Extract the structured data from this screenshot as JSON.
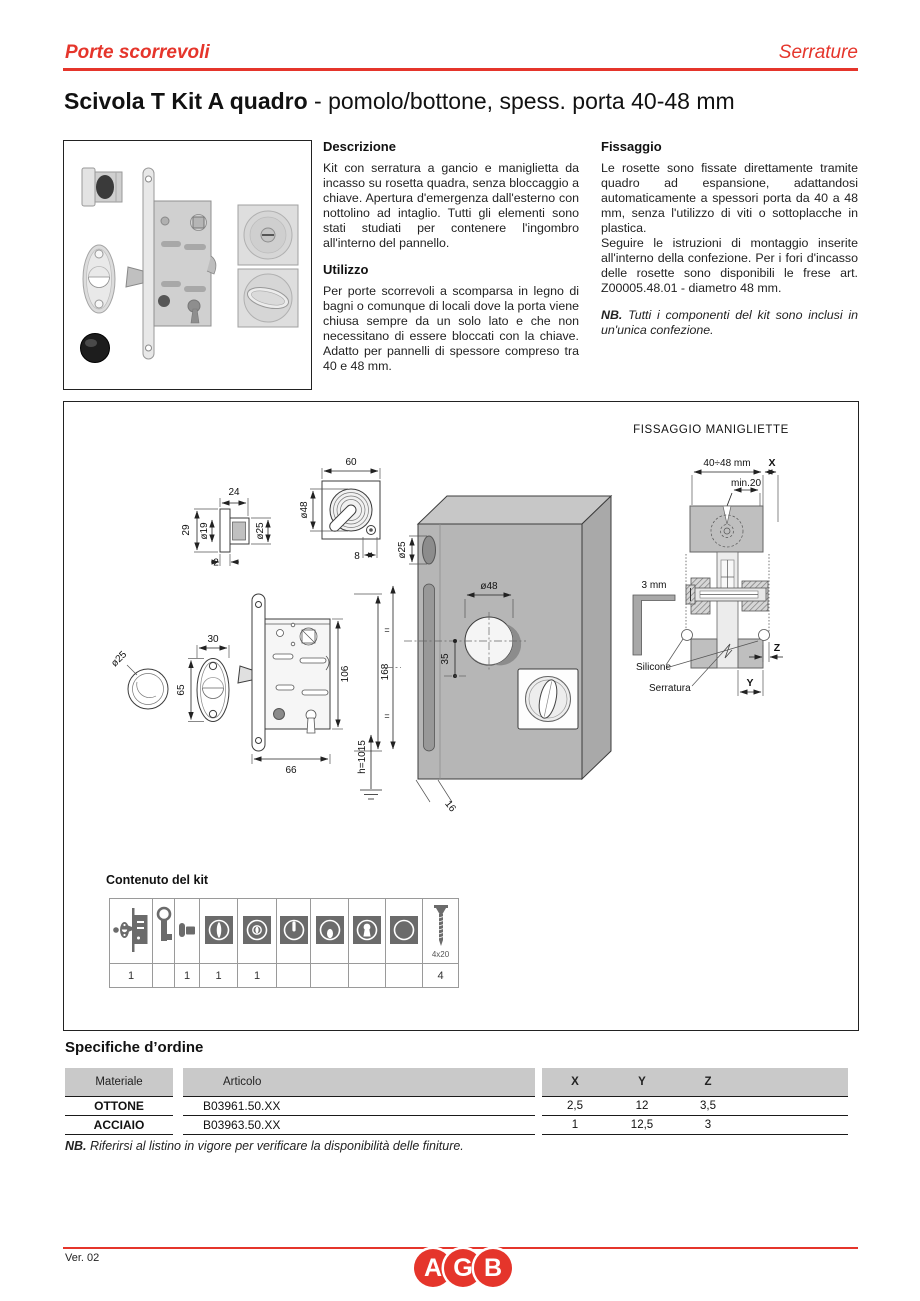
{
  "header": {
    "left": "Porte scorrevoli",
    "right": "Serrature"
  },
  "title": {
    "main": "Scivola T Kit A quadro",
    "sub": " - pomolo/bottone, spess. porta 40-48 mm"
  },
  "sections": {
    "descrizione": {
      "heading": "Descrizione",
      "body": "Kit con serratura a gancio e maniglietta da incasso su rosetta quadra, senza bloccaggio a chiave. Apertura d'emergenza dall'esterno con nottolino ad intaglio. Tutti gli elementi sono stati studiati per contenere l'ingombro all'interno del pannello."
    },
    "utilizzo": {
      "heading": "Utilizzo",
      "body": "Per porte scorrevoli a scomparsa in legno di bagni o comunque di locali dove la porta viene chiusa sempre da un solo lato e che non necessitano di essere bloccati con la chiave. Adatto per pannelli di spessore compreso tra 40 e 48 mm."
    },
    "fissaggio": {
      "heading": "Fissaggio",
      "p1": "Le rosette sono fissate direttamente tramite quadro ad espansione, adattandosi automaticamente a spessori porta da 40 a 48 mm, senza l'utilizzo di viti o sottoplacche in plastica.",
      "p2": "Seguire le istruzioni di montaggio inserite all'interno della confezione. Per i fori d'incasso delle rosette sono disponibili le frese art. Z00005.48.01 - diametro 48 mm.",
      "nb_label": "NB.",
      "nb_text": " Tutti i componenti del kit sono inclusi in un'unica confezione."
    }
  },
  "drawing": {
    "section_title": "FISSAGGIO MANIGLIETTE",
    "dims": {
      "d24": "24",
      "d29": "29",
      "d19": "ø19",
      "d25a": "ø25",
      "d2": "2",
      "d60": "60",
      "d48a": "ø48",
      "d8": "8",
      "knob25": "ø25",
      "d30": "30",
      "d65": "65",
      "d106": "106",
      "d168": "168",
      "d66": "66",
      "h1015": "h=1015",
      "spine25": "ø25",
      "d48b": "ø48",
      "d35": "35",
      "d16": "16",
      "eq1": "=",
      "eq2": "=",
      "range": "40÷48 mm",
      "x": "X",
      "min20": "min.20",
      "mm3": "3 mm",
      "silicone": "Silicone",
      "serratura": "Serratura",
      "z": "Z",
      "y": "Y"
    }
  },
  "kit": {
    "title": "Contenuto del kit",
    "screw_label": "4x20",
    "quantities": [
      "1",
      "",
      "1",
      "1",
      "1",
      "",
      "",
      "",
      "",
      "4"
    ]
  },
  "order": {
    "title": "Specifiche d’ordine",
    "headers": {
      "materiale": "Materiale",
      "articolo": "Articolo",
      "x": "X",
      "y": "Y",
      "z": "Z"
    },
    "rows": [
      {
        "materiale": "OTTONE",
        "articolo": "B03961.50.XX",
        "x": "2,5",
        "y": "12",
        "z": "3,5"
      },
      {
        "materiale": "ACCIAIO",
        "articolo": "B03963.50.XX",
        "x": "1",
        "y": "12,5",
        "z": "3"
      }
    ],
    "nb_label": "NB.",
    "nb_text": " Riferirsi al listino in vigore per verificare la disponibilità delle finiture."
  },
  "footer": {
    "version": "Ver. 02",
    "logo": {
      "a": "A",
      "g": "G",
      "b": "B"
    }
  }
}
